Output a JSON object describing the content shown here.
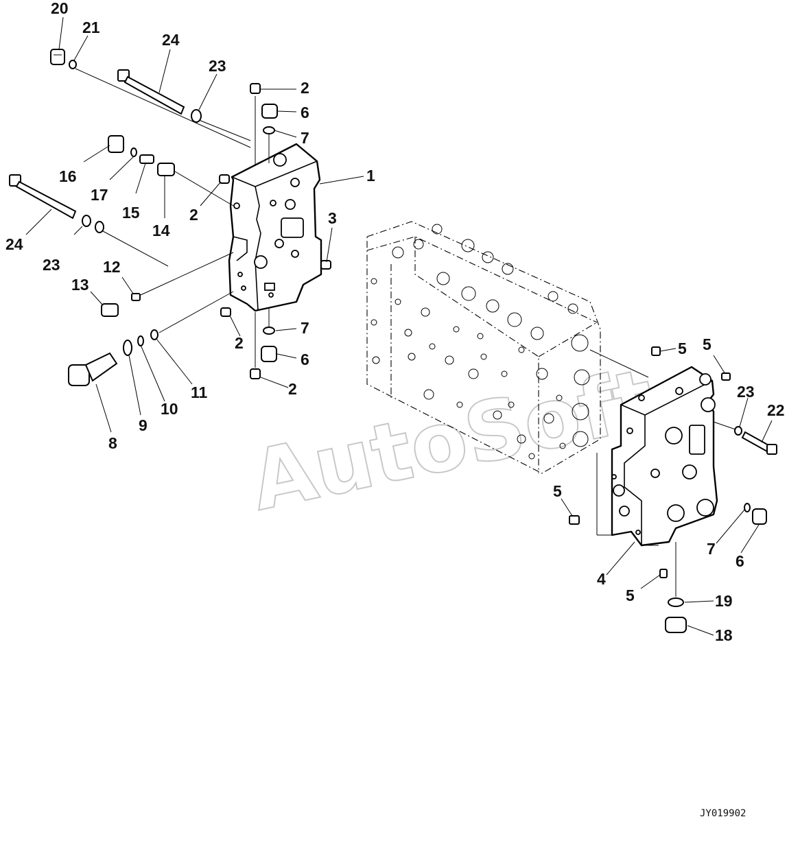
{
  "diagram": {
    "callouts": [
      {
        "id": "c20",
        "text": "20"
      },
      {
        "id": "c21",
        "text": "21"
      },
      {
        "id": "c24a",
        "text": "24"
      },
      {
        "id": "c23a",
        "text": "23"
      },
      {
        "id": "c2a",
        "text": "2"
      },
      {
        "id": "c6a",
        "text": "6"
      },
      {
        "id": "c7a",
        "text": "7"
      },
      {
        "id": "c1",
        "text": "1"
      },
      {
        "id": "c16",
        "text": "16"
      },
      {
        "id": "c17",
        "text": "17"
      },
      {
        "id": "c15",
        "text": "15"
      },
      {
        "id": "c14",
        "text": "14"
      },
      {
        "id": "c2b",
        "text": "2"
      },
      {
        "id": "c24b",
        "text": "24"
      },
      {
        "id": "c23b",
        "text": "23"
      },
      {
        "id": "c3",
        "text": "3"
      },
      {
        "id": "c12",
        "text": "12"
      },
      {
        "id": "c13",
        "text": "13"
      },
      {
        "id": "c7b",
        "text": "7"
      },
      {
        "id": "c2c",
        "text": "2"
      },
      {
        "id": "c6b",
        "text": "6"
      },
      {
        "id": "c11",
        "text": "11"
      },
      {
        "id": "c2d",
        "text": "2"
      },
      {
        "id": "c10",
        "text": "10"
      },
      {
        "id": "c9",
        "text": "9"
      },
      {
        "id": "c8",
        "text": "8"
      },
      {
        "id": "c5a",
        "text": "5"
      },
      {
        "id": "c5b",
        "text": "5"
      },
      {
        "id": "c23c",
        "text": "23"
      },
      {
        "id": "c22",
        "text": "22"
      },
      {
        "id": "c5c",
        "text": "5"
      },
      {
        "id": "c7c",
        "text": "7"
      },
      {
        "id": "c6c",
        "text": "6"
      },
      {
        "id": "c4",
        "text": "4"
      },
      {
        "id": "c5d",
        "text": "5"
      },
      {
        "id": "c19",
        "text": "19"
      },
      {
        "id": "c18",
        "text": "18"
      }
    ],
    "watermark": "AutoSoft",
    "drawing_code": "JY019902"
  }
}
